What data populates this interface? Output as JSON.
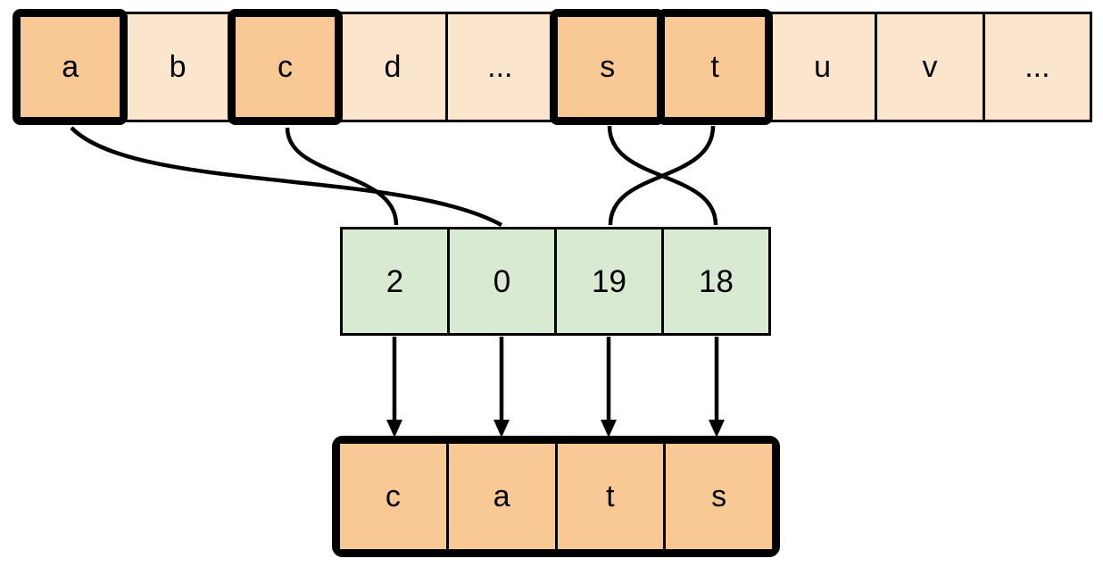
{
  "diagram": {
    "description_colors": {
      "highlight_fill": "#f8c995",
      "light_fill": "#fce5cd",
      "index_fill": "#d9ead3",
      "stroke": "#000000"
    },
    "alphabet_row": {
      "cells": [
        {
          "label": "a",
          "highlighted": true
        },
        {
          "label": "b",
          "highlighted": false
        },
        {
          "label": "c",
          "highlighted": true
        },
        {
          "label": "d",
          "highlighted": false
        },
        {
          "label": "...",
          "highlighted": false
        },
        {
          "label": "s",
          "highlighted": true
        },
        {
          "label": "t",
          "highlighted": true
        },
        {
          "label": "u",
          "highlighted": false
        },
        {
          "label": "v",
          "highlighted": false
        },
        {
          "label": "...",
          "highlighted": false
        }
      ]
    },
    "index_row": {
      "cells": [
        {
          "value": "2"
        },
        {
          "value": "0"
        },
        {
          "value": "19"
        },
        {
          "value": "18"
        }
      ]
    },
    "result_row": {
      "cells": [
        {
          "letter": "c"
        },
        {
          "letter": "a"
        },
        {
          "letter": "t"
        },
        {
          "letter": "s"
        }
      ]
    },
    "connections": [
      {
        "from_letter": "a",
        "to_index_value": "0"
      },
      {
        "from_letter": "c",
        "to_index_value": "2"
      },
      {
        "from_letter": "s",
        "to_index_value": "18"
      },
      {
        "from_letter": "t",
        "to_index_value": "19"
      }
    ]
  }
}
